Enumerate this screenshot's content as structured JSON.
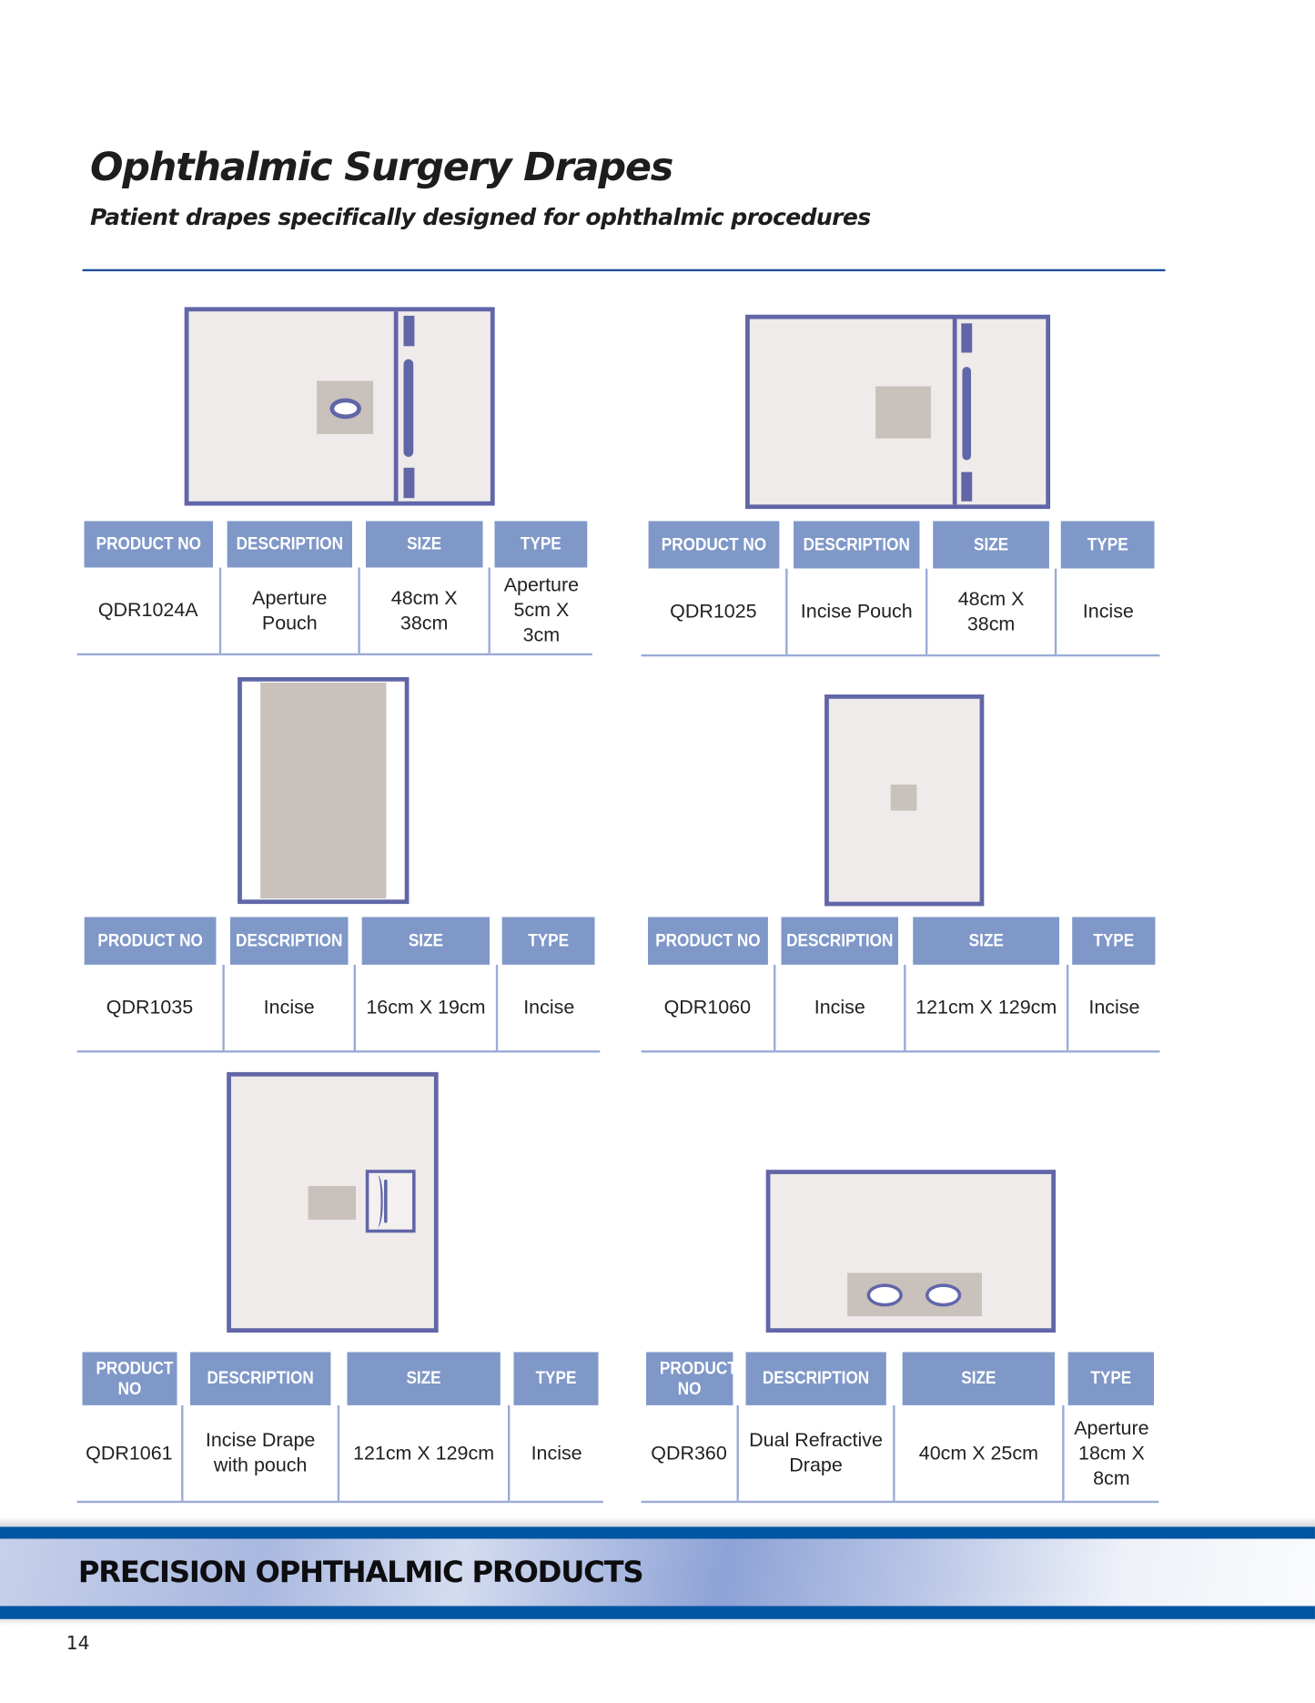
{
  "header": {
    "title": "Ophthalmic Surgery Drapes",
    "subtitle": "Patient drapes specifically designed for ophthalmic procedures"
  },
  "colors": {
    "accent": "#1f4e9a",
    "table_header": "#7f98c8",
    "drape_outline": "#6166a8",
    "footer_bar": "#0055a3"
  },
  "products": [
    {
      "headers": [
        "PRODUCT NO",
        "DESCRIPTION",
        "SIZE",
        "TYPE"
      ],
      "row": [
        "QDR1024A",
        "Aperture Pouch",
        "48cm X 38cm",
        "Aperture 5cm X 3cm"
      ]
    },
    {
      "headers": [
        "PRODUCT NO",
        "DESCRIPTION",
        "SIZE",
        "TYPE"
      ],
      "row": [
        "QDR1025",
        "Incise Pouch",
        "48cm X 38cm",
        "Incise"
      ]
    },
    {
      "headers": [
        "PRODUCT NO",
        "DESCRIPTION",
        "SIZE",
        "TYPE"
      ],
      "row": [
        "QDR1035",
        "Incise",
        "16cm X 19cm",
        "Incise"
      ]
    },
    {
      "headers": [
        "PRODUCT NO",
        "DESCRIPTION",
        "SIZE",
        "TYPE"
      ],
      "row": [
        "QDR1060",
        "Incise",
        "121cm X 129cm",
        "Incise"
      ]
    },
    {
      "headers": [
        "PRODUCT NO",
        "DESCRIPTION",
        "SIZE",
        "TYPE"
      ],
      "row": [
        "QDR1061",
        "Incise Drape with pouch",
        "121cm X 129cm",
        "Incise"
      ]
    },
    {
      "headers": [
        "PRODUCT NO",
        "DESCRIPTION",
        "SIZE",
        "TYPE"
      ],
      "row": [
        "QDR360",
        "Dual Refractive Drape",
        "40cm X 25cm",
        "Aperture 18cm X 8cm"
      ]
    }
  ],
  "footer": {
    "banner": "PRECISION OPHTHALMIC PRODUCTS",
    "page_number": "14"
  }
}
